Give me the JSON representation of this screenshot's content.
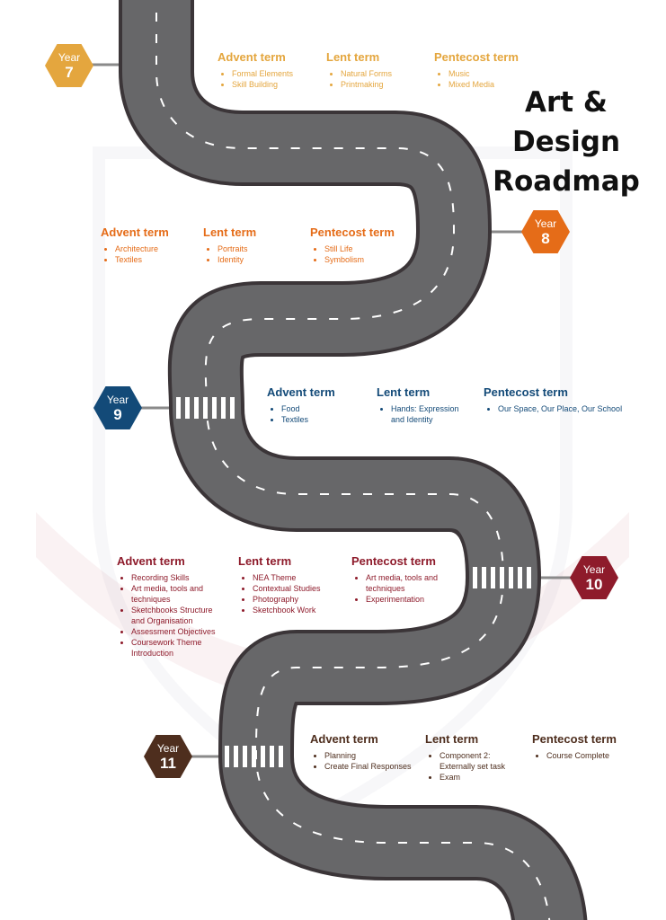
{
  "title_line1": "Art & Design",
  "title_line2": "Roadmap",
  "years": [
    {
      "label": "Year",
      "number": "7",
      "color": "#E4A63E",
      "terms": [
        {
          "name": "Advent term",
          "items": [
            "Formal Elements",
            "Skill Building"
          ]
        },
        {
          "name": "Lent term",
          "items": [
            "Natural Forms",
            "Printmaking"
          ]
        },
        {
          "name": "Pentecost term",
          "items": [
            "Music",
            "Mixed Media"
          ]
        }
      ]
    },
    {
      "label": "Year",
      "number": "8",
      "color": "#E56C18",
      "terms": [
        {
          "name": "Advent term",
          "items": [
            "Architecture",
            "Textiles"
          ]
        },
        {
          "name": "Lent term",
          "items": [
            "Portraits",
            "Identity"
          ]
        },
        {
          "name": "Pentecost term",
          "items": [
            "Still Life",
            "Symbolism"
          ]
        }
      ]
    },
    {
      "label": "Year",
      "number": "9",
      "color": "#134A78",
      "terms": [
        {
          "name": "Advent term",
          "items": [
            "Food",
            "Textiles"
          ]
        },
        {
          "name": "Lent term",
          "items": [
            "Hands: Expression and Identity"
          ]
        },
        {
          "name": "Pentecost term",
          "items": [
            "Our Space, Our Place, Our School"
          ]
        }
      ]
    },
    {
      "label": "Year",
      "number": "10",
      "color": "#8E1B2B",
      "terms": [
        {
          "name": "Advent term",
          "items": [
            "Recording Skills",
            "Art media, tools and techniques",
            "Sketchbooks Structure and Organisation",
            "Assessment Objectives",
            "Coursework Theme Introduction"
          ]
        },
        {
          "name": "Lent term",
          "items": [
            "NEA Theme",
            "Contextual Studies",
            "Photography",
            "Sketchbook Work"
          ]
        },
        {
          "name": "Pentecost term",
          "items": [
            "Art media, tools and techniques",
            "Experimentation"
          ]
        }
      ]
    },
    {
      "label": "Year",
      "number": "11",
      "color": "#4E2E1E",
      "terms": [
        {
          "name": "Advent term",
          "items": [
            "Planning",
            "Create Final Responses"
          ]
        },
        {
          "name": "Lent term",
          "items": [
            "Component 2: Externally set task",
            "Exam"
          ]
        },
        {
          "name": "Pentecost term",
          "items": [
            "Course Complete"
          ]
        }
      ]
    }
  ]
}
